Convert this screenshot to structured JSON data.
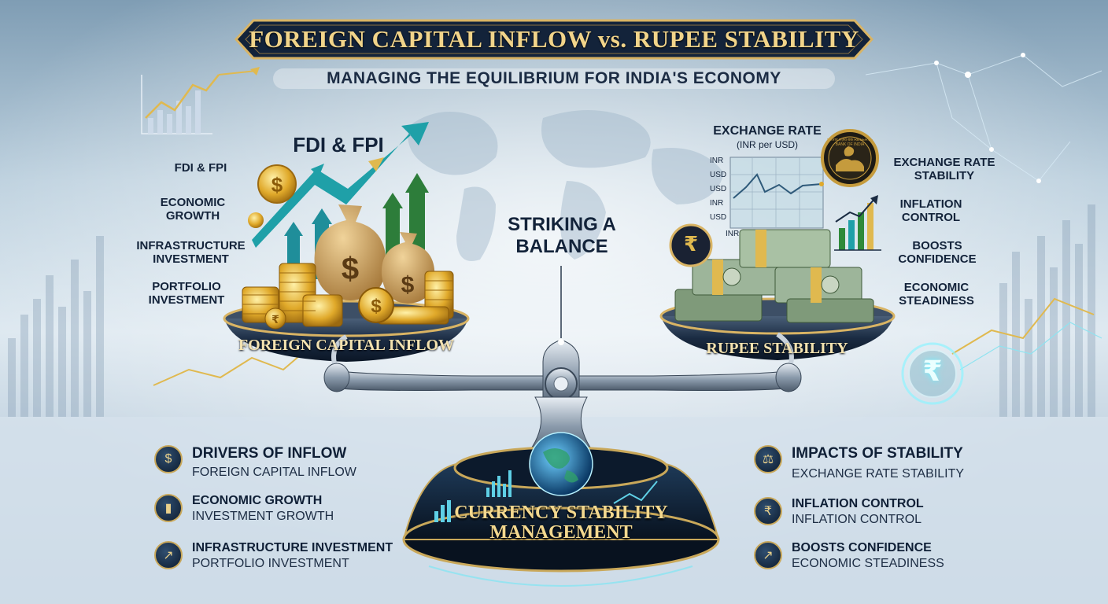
{
  "header": {
    "title": "FOREIGN CAPITAL INFLOW vs. RUPEE STABILITY",
    "subtitle": "MANAGING THE EQUILIBRIUM FOR INDIA'S ECONOMY"
  },
  "left_side": {
    "heading": "FDI & FPI",
    "labels": [
      "FDI & FPI",
      "ECONOMIC GROWTH",
      "INFRASTRUCTURE INVESTMENT",
      "PORTFOLIO INVESTMENT"
    ],
    "bowl_label": "FOREIGN CAPITAL INFLOW"
  },
  "center": {
    "balance_text": "STRIKING A BALANCE",
    "base_label_line1": "CURRENCY STABILITY",
    "base_label_line2": "MANAGEMENT"
  },
  "right_side": {
    "chart_title": "EXCHANGE RATE",
    "chart_subtitle": "(INR per USD)",
    "chart_axis_labels": [
      "INR",
      "USD",
      "USD",
      "INR",
      "USD",
      "INR"
    ],
    "labels": [
      "EXCHANGE RATE STABILITY",
      "INFLATION CONTROL",
      "BOOSTS CONFIDENCE",
      "ECONOMIC STEADINESS"
    ],
    "bowl_label": "RUPEE STABILITY",
    "rupee_symbol": "₹",
    "seal_text": "भारतीय रिज़र्व बैंक RESERVE BANK OF INDIA"
  },
  "left_panel": {
    "items": [
      {
        "title": "DRIVERS OF INFLOW",
        "sub": "FOREIGN CAPITAL INFLOW",
        "icon": "network-dollar-icon"
      },
      {
        "title": "ECONOMIC GROWTH",
        "sub": "INVESTMENT GROWTH",
        "icon": "bar-chart-icon"
      },
      {
        "title": "INFRASTRUCTURE INVESTMENT",
        "sub": "PORTFOLIO INVESTMENT",
        "icon": "trend-chart-icon"
      }
    ]
  },
  "right_panel": {
    "items": [
      {
        "title": "IMPACTS OF STABILITY",
        "sub": "EXCHANGE RATE STABILITY",
        "icon": "scales-icon"
      },
      {
        "title": "INFLATION CONTROL",
        "sub": "INFLATION CONTROL",
        "icon": "coins-rupee-icon"
      },
      {
        "title": "BOOSTS CONFIDENCE",
        "sub": "ECONOMIC STEADINESS",
        "icon": "growth-icon"
      }
    ]
  },
  "colors": {
    "navy": "#12223a",
    "gold": "#d9b464",
    "teal": "#1fa0a8",
    "green": "#2f8a3a"
  }
}
